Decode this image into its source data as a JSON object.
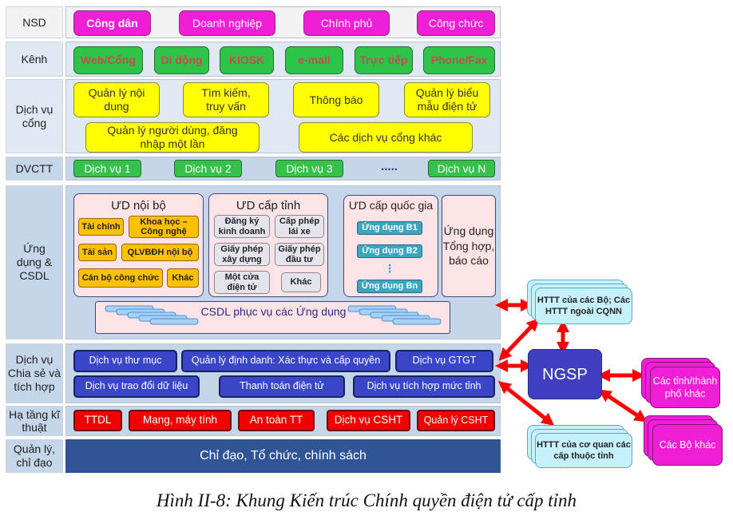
{
  "rows": {
    "nsd": "NSD",
    "kenh": "Kênh",
    "dvc": "Dịch vụ cổng",
    "dvctt": "DVCTT",
    "udcsdl": "Ứng dụng & CSDL",
    "chiase": "Dịch vụ Chia sẻ và tích hợp",
    "hatang": "Hạ tầng kĩ thuật",
    "quanly": "Quản lý, chỉ đạo"
  },
  "nsd": [
    "Công dân",
    "Doanh nghiệp",
    "Chính phủ",
    "Công chức"
  ],
  "kenh": [
    "Web/Cổng",
    "Di động",
    "KIOSK",
    "e-mail",
    "Trực tiếp",
    "Phone/Fax"
  ],
  "dvc": [
    "Quản lý nội dung",
    "Tìm kiếm, truy vấn",
    "Thông báo",
    "Quản lý biểu mẫu điện tử",
    "Quản lý người dùng, đăng nhập một lần",
    "Các dịch vụ cổng khác"
  ],
  "dvctt": [
    "Dịch vụ 1",
    "Dịch vụ 2",
    "Dịch vụ 3",
    ".....",
    "Dịch vụ N"
  ],
  "ud_noibo": {
    "title": "ƯD nội bộ",
    "items": [
      "Tài chính",
      "Khoa học – Công nghệ",
      "Tài sản",
      "QLVBĐH nội bộ",
      "Cán bộ công chức",
      "Khác"
    ]
  },
  "ud_tinh": {
    "title": "ƯD cấp tỉnh",
    "items": [
      "Đăng ký kinh doanh",
      "Cấp phép lái xe",
      "Giấy phép xây dựng",
      "Giấy phép đầu tư",
      "Một cửa điện tử",
      "Khác"
    ]
  },
  "ud_qg": {
    "title": "ƯD cấp quốc gia",
    "items": [
      "Ứng dụng B1",
      "Ứng dụng B2",
      "Ứng dụng Bn"
    ],
    "dots": "⋮"
  },
  "ud_tonghop": "Ứng dụng Tổng hợp, báo cáo",
  "csdl": "CSDL phục vụ các Ứng dụng",
  "chiase": [
    "Dịch vụ thư mục",
    "Quản lý định danh: Xác thực và cấp quyền",
    "Dịch vụ GTGT",
    "Dịch vụ trao đổi dữ liệu",
    "Thanh toán điện tử",
    "Dịch vụ tích hợp mức tỉnh"
  ],
  "hatang": [
    "TTDL",
    "Mạng, máy tính",
    "An toàn TT",
    "Dịch vụ CSHT",
    "Quản lý CSHT"
  ],
  "quanly": "Chỉ đạo, Tổ chức, chính sách",
  "external": {
    "ngsp": "NGSP",
    "httt_bo": "HTTT của các Bộ; Các HTTT ngoài CQNN",
    "httt_tinh": "HTTT của cơ quan các cấp thuộc tỉnh",
    "tinh_khac": "Các tỉnh/thành phố khác",
    "bo_khac": "Các Bộ khác"
  },
  "caption": "Hình II-8: Khung Kiến trúc Chính quyền điện tử cấp tỉnh"
}
